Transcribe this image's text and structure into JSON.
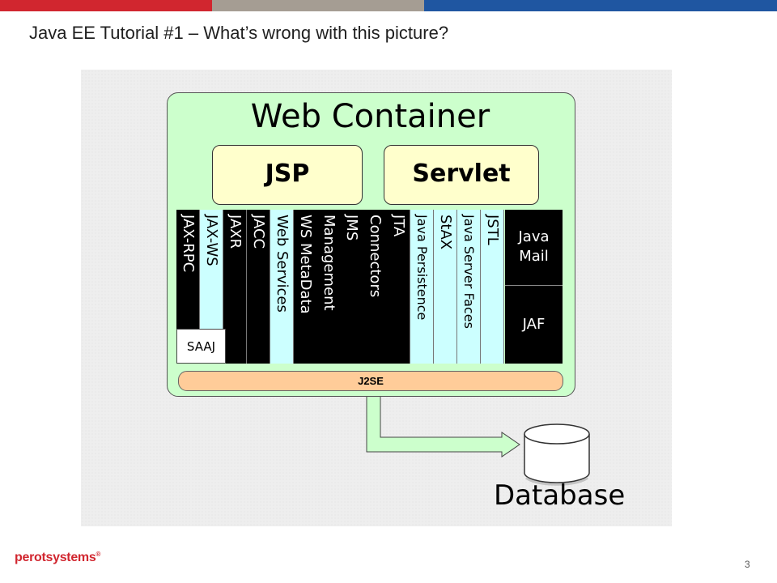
{
  "slide": {
    "title": "Java EE Tutorial #1 – What’s wrong with this picture?",
    "page_number": "3",
    "logo_text": "perotsystems",
    "logo_mark": "®"
  },
  "colors": {
    "bar_red": "#d1262f",
    "bar_tan": "#a59d93",
    "bar_blue": "#1f56a1",
    "container_fill": "#ccffcc",
    "component_fill": "#ffffcc",
    "api_light": "#ccffff",
    "api_dark": "#000000",
    "j2se_fill": "#ffcc99"
  },
  "diagram": {
    "container_title": "Web Container",
    "components": [
      "JSP",
      "Servlet"
    ],
    "apis": [
      {
        "label": "JAX-RPC",
        "style": "dark"
      },
      {
        "label": "JAX-WS",
        "style": "light"
      },
      {
        "label": "JAXR",
        "style": "dark"
      },
      {
        "label": "JACC",
        "style": "dark"
      },
      {
        "label": "Web Services",
        "style": "light"
      },
      {
        "label": "WS MetaData",
        "style": "dark"
      },
      {
        "label": "Management",
        "style": "dark"
      },
      {
        "label": "JMS",
        "style": "dark"
      },
      {
        "label": "Connectors",
        "style": "dark"
      },
      {
        "label": "JTA",
        "style": "dark"
      },
      {
        "label": "Java Persistence",
        "style": "light"
      },
      {
        "label": "StAX",
        "style": "light"
      },
      {
        "label": "Java Server Faces",
        "style": "light"
      },
      {
        "label": "JSTL",
        "style": "light"
      }
    ],
    "saaj_label": "SAAJ",
    "java_mail_line1": "Java",
    "java_mail_line2": "Mail",
    "jaf_label": "JAF",
    "platform_label": "J2SE",
    "database_label": "Database",
    "database_icon": "database-cylinder-icon"
  }
}
